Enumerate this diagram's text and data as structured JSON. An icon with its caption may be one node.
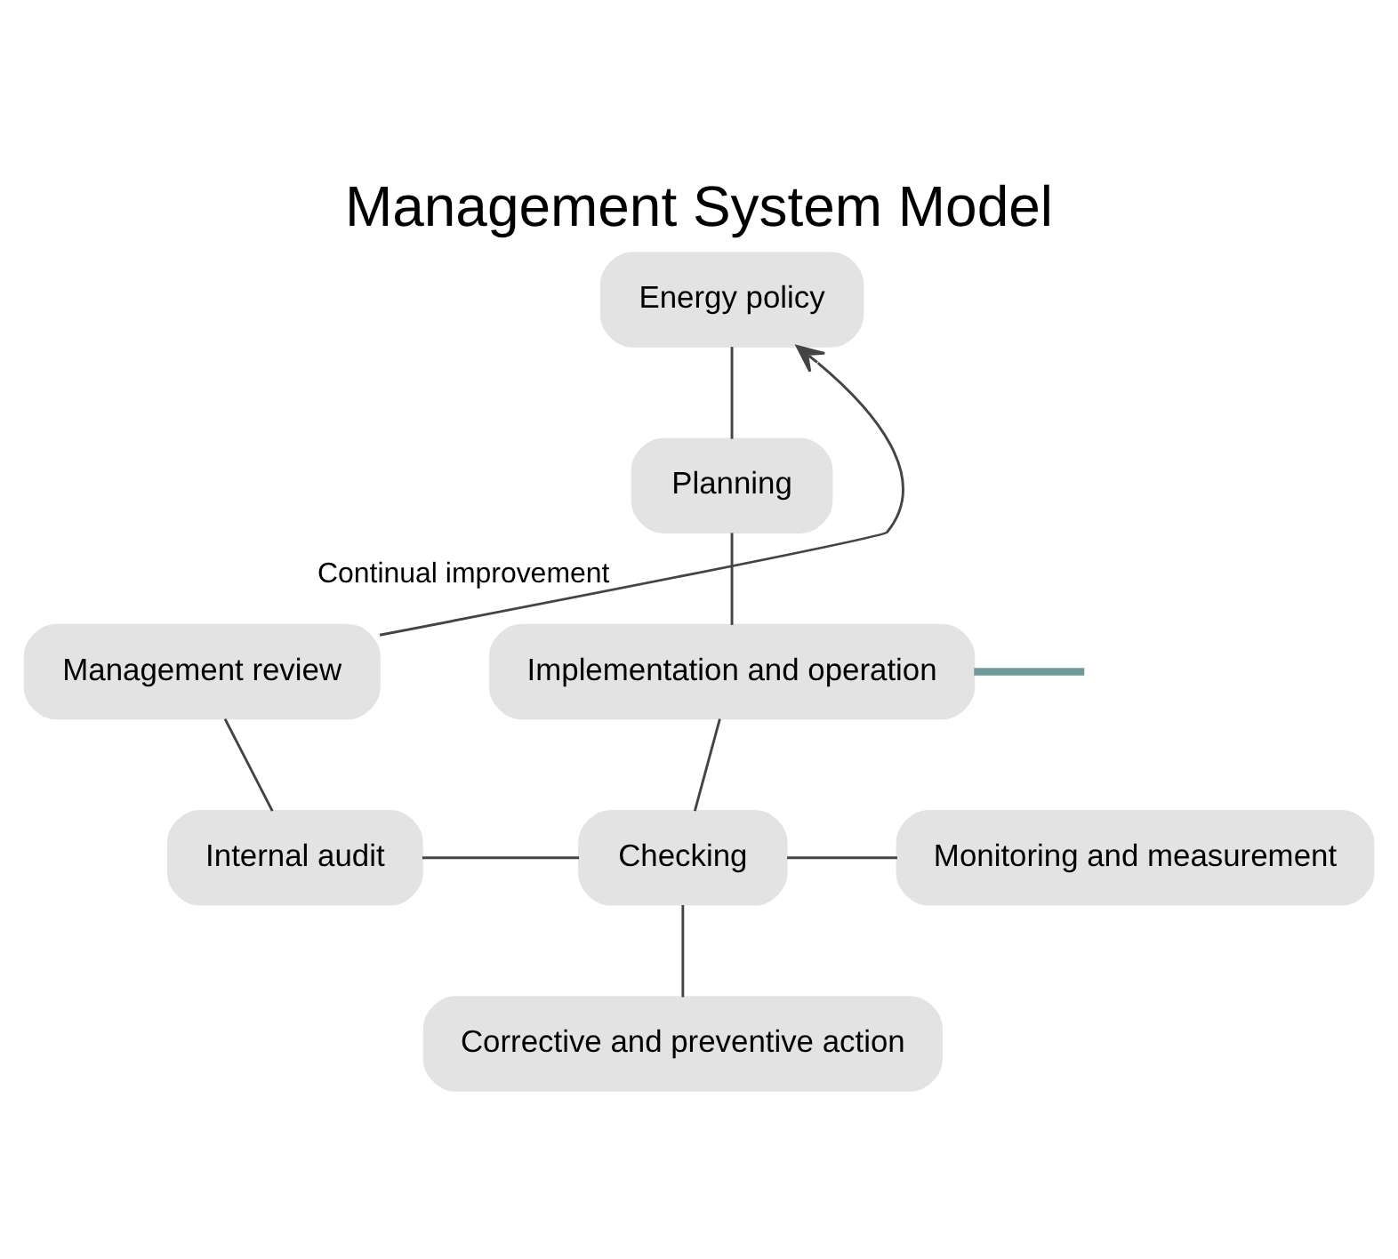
{
  "diagram": {
    "title": "Management System Model",
    "nodes": [
      {
        "text": [
          "Energy policy"
        ]
      },
      {
        "text": [
          "Planning"
        ]
      },
      {
        "text": [
          "Implementation and operation"
        ]
      },
      {
        "text": [
          "Checking"
        ]
      },
      {
        "text": [
          "Monitoring and measurement"
        ]
      },
      {
        "text": [
          "Internal audit"
        ]
      },
      {
        "text": [
          "Corrective and preventive action"
        ]
      },
      {
        "text": [
          "Management review"
        ]
      }
    ],
    "edges": [
      {
        "from": 0,
        "to": 1,
        "arrow": "none"
      },
      {
        "from": 1,
        "to": 2,
        "arrow": "none"
      },
      {
        "from": 2,
        "to": 3,
        "arrow": "none"
      },
      {
        "from": 3,
        "to": 4,
        "arrow": "none"
      },
      {
        "from": 5,
        "to": 3,
        "arrow": "none"
      },
      {
        "from": 3,
        "to": 6,
        "arrow": "none"
      },
      {
        "from": 7,
        "to": 5,
        "arrow": "none"
      },
      {
        "from": 7,
        "to": 0,
        "arrow": "to",
        "label": "Continual improvement"
      },
      {
        "from": 2,
        "to": null,
        "arrow": "none",
        "color": "#6f9a9c",
        "style": "thick"
      }
    ]
  }
}
